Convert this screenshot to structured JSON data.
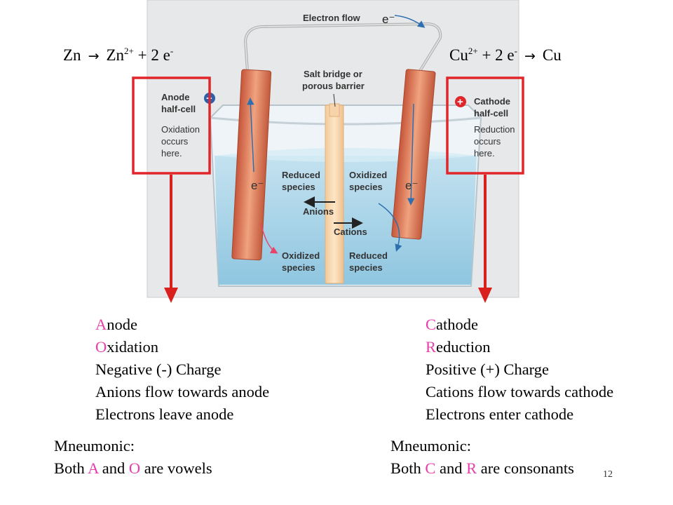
{
  "equations": {
    "anode": {
      "left": "Zn",
      "arrow": "→",
      "product": "Zn",
      "product_charge": "2+",
      "electrons": "+ 2 e",
      "e_sup": "-"
    },
    "cathode": {
      "reactant": "Cu",
      "reactant_charge": "2+",
      "electrons": "+ 2 e",
      "e_sup": "-",
      "arrow": "→",
      "product": "Cu"
    }
  },
  "figure": {
    "electron_flow": "Electron flow",
    "electron_symbol": "e⁻",
    "salt_bridge": [
      "Salt bridge or",
      "porous barrier"
    ],
    "anode_box": {
      "title": [
        "Anode",
        "half-cell"
      ],
      "body": [
        "Oxidation",
        "occurs",
        "here."
      ],
      "sign": "−"
    },
    "cathode_box": {
      "title": [
        "Cathode",
        "half-cell"
      ],
      "body": [
        "Reduction",
        "occurs",
        "here."
      ],
      "sign": "+"
    },
    "left_upper": [
      "Reduced",
      "species"
    ],
    "left_lower": [
      "Oxidized",
      "species"
    ],
    "right_upper": [
      "Oxidized",
      "species"
    ],
    "right_lower": [
      "Reduced",
      "species"
    ],
    "anions": "Anions",
    "cations": "Cations",
    "e_left": "e⁻",
    "e_right": "e⁻"
  },
  "anode_notes": {
    "line1_first": "A",
    "line1_rest": "node",
    "line2_first": "O",
    "line2_rest": "xidation",
    "line3": "Negative (-) Charge",
    "line4": "Anions flow towards anode",
    "line5": "Electrons leave anode"
  },
  "cathode_notes": {
    "line1_first": "C",
    "line1_rest": "athode",
    "line2_first": "R",
    "line2_rest": "eduction",
    "line3": "Positive (+) Charge",
    "line4": "Cations flow towards cathode",
    "line5": "Electrons enter cathode"
  },
  "anode_mneumonic": {
    "title": "Mneumonic:",
    "p1": "Both ",
    "a": "A",
    "p2": " and ",
    "o": "O",
    "p3": " are vowels"
  },
  "cathode_mneumonic": {
    "title": "Mneumonic:",
    "p1": "Both ",
    "c": "C",
    "p2": " and ",
    "r": "R",
    "p3": " are consonants"
  },
  "slide_number": "12",
  "colors": {
    "highlight": "#e83eac",
    "box_red": "#e0262a",
    "arrow_red": "#d9201f",
    "solution": "#a9d4e8",
    "electrode": "#d9734c"
  }
}
